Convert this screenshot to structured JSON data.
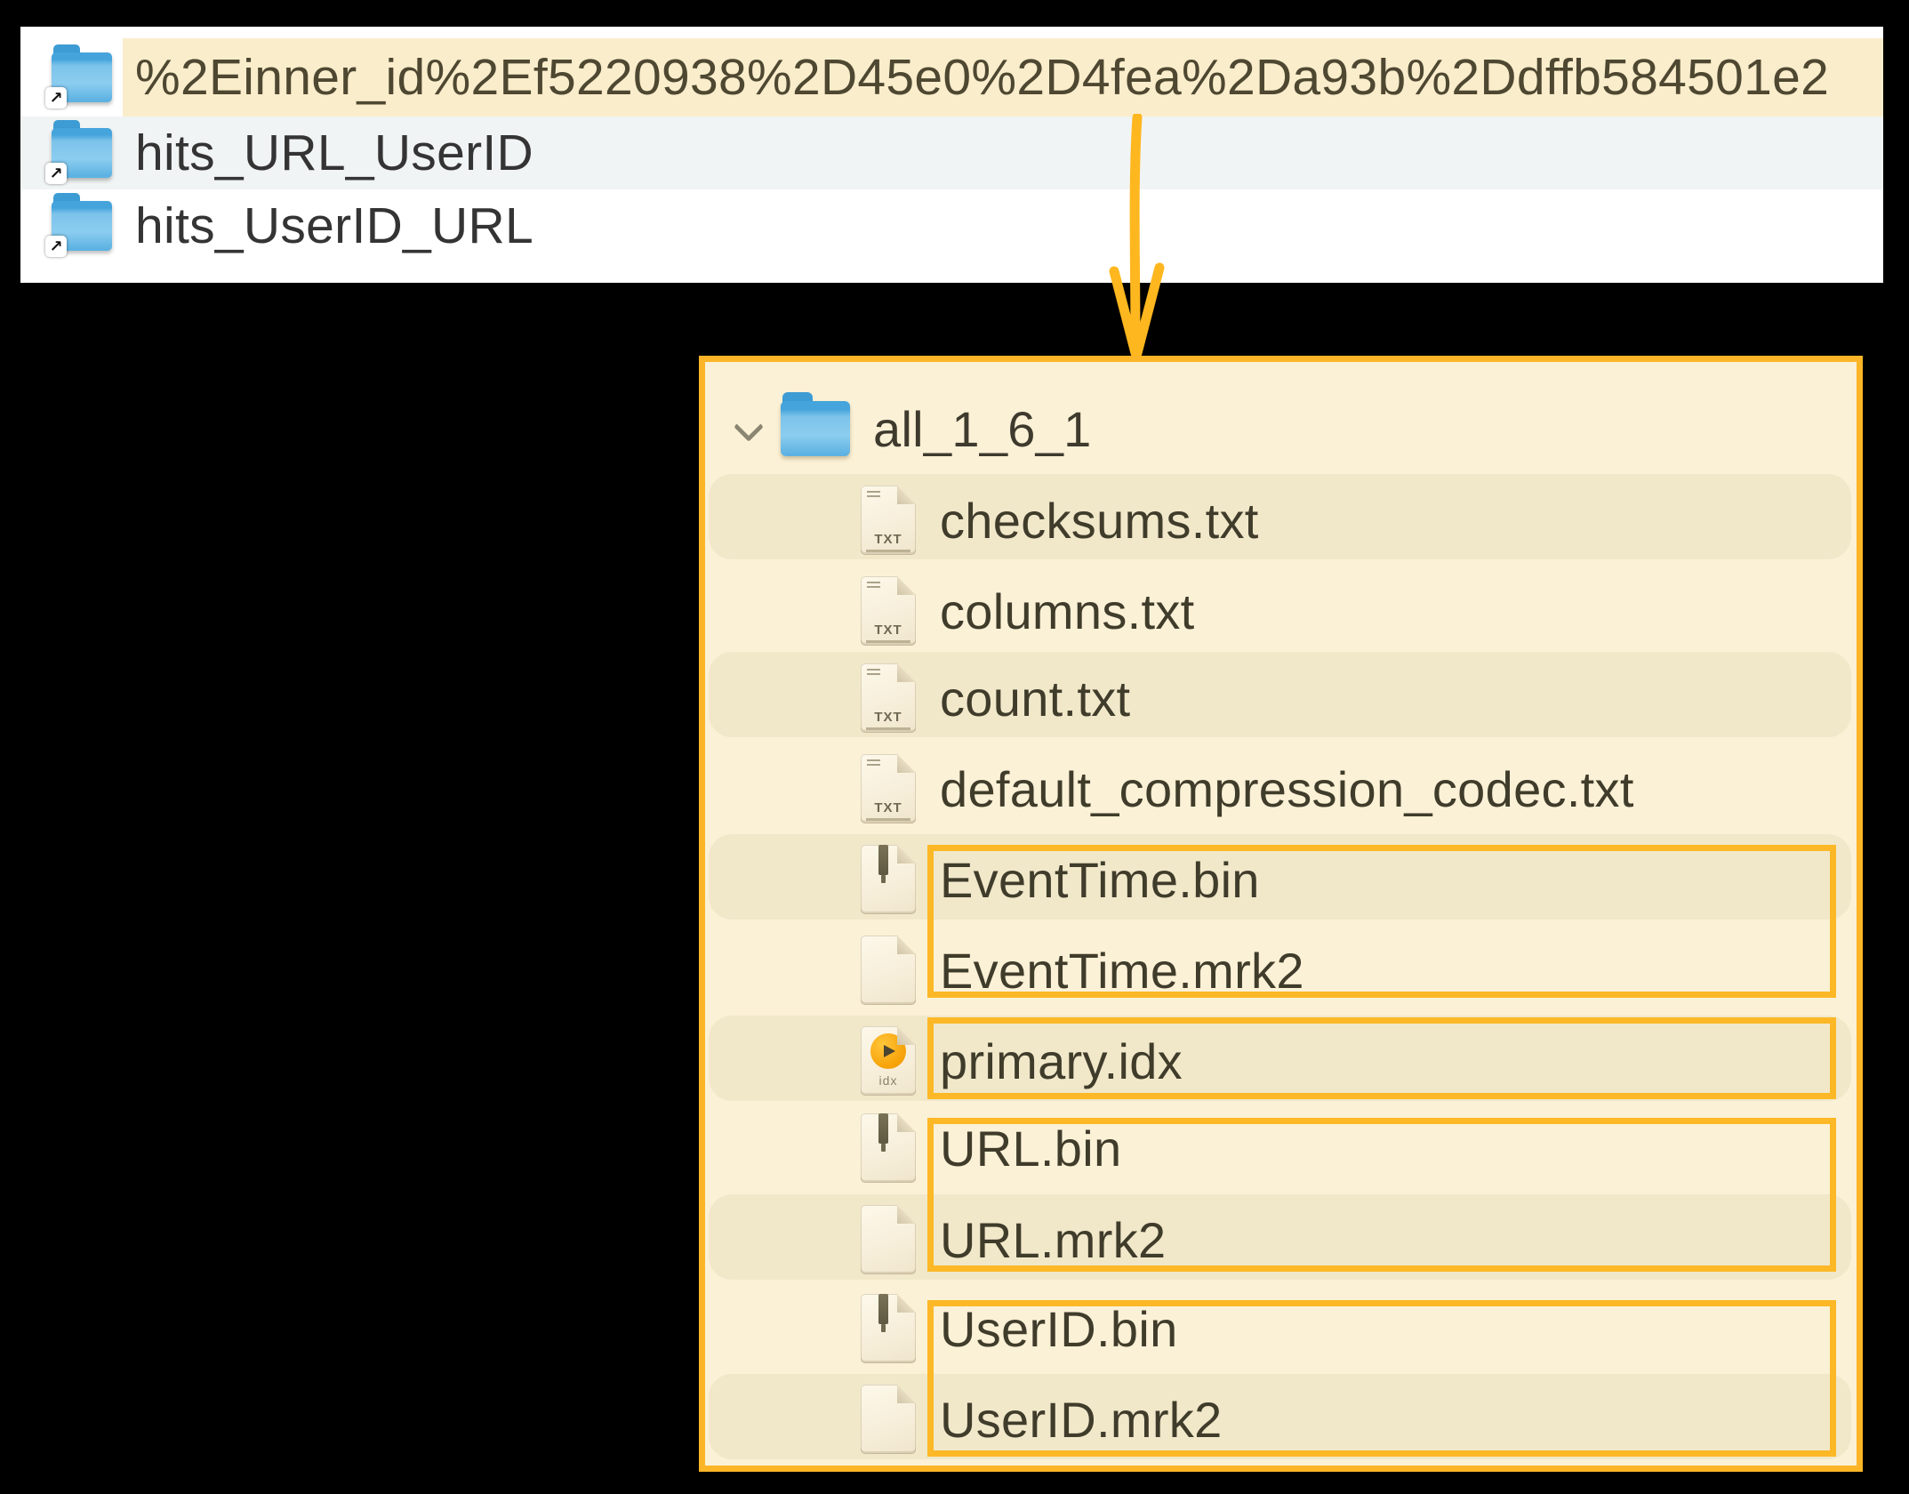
{
  "top_panel": {
    "items": [
      {
        "label": "%2Einner_id%2Ef5220938%2D45e0%2D4fea%2Da93b%2Ddffb584501e2",
        "highlighted": true
      },
      {
        "label": "hits_URL_UserID",
        "highlighted": false
      },
      {
        "label": "hits_UserID_URL",
        "highlighted": false
      }
    ]
  },
  "tree_panel": {
    "root": {
      "label": "all_1_6_1",
      "expanded": true
    },
    "icon_labels": {
      "txt": "TXT",
      "idx": "idx"
    },
    "files": [
      {
        "label": "checksums.txt",
        "icon": "text-file-icon"
      },
      {
        "label": "columns.txt",
        "icon": "text-file-icon"
      },
      {
        "label": "count.txt",
        "icon": "text-file-icon"
      },
      {
        "label": "default_compression_codec.txt",
        "icon": "text-file-icon"
      },
      {
        "label": "EventTime.bin",
        "icon": "binary-file-icon"
      },
      {
        "label": "EventTime.mrk2",
        "icon": "document-icon"
      },
      {
        "label": "primary.idx",
        "icon": "index-file-icon"
      },
      {
        "label": "URL.bin",
        "icon": "binary-file-icon"
      },
      {
        "label": "URL.mrk2",
        "icon": "document-icon"
      },
      {
        "label": "UserID.bin",
        "icon": "binary-file-icon"
      },
      {
        "label": "UserID.mrk2",
        "icon": "document-icon"
      }
    ],
    "annotation_groups": [
      "EventTime.bin + EventTime.mrk2",
      "primary.idx",
      "URL.bin + URL.mrk2",
      "UserID.bin + UserID.mrk2"
    ]
  },
  "colors": {
    "accent_orange": "#FBB527",
    "arrow_orange": "#FFB71F",
    "selected_row_cream": "#FAEDCB",
    "panel_cream": "#FBF1D6",
    "row_stripe_cream": "#F1E8CA",
    "alt_row_gray": "#F1F4F4",
    "folder_blue": "#5FB4E8",
    "background": "#000000"
  }
}
